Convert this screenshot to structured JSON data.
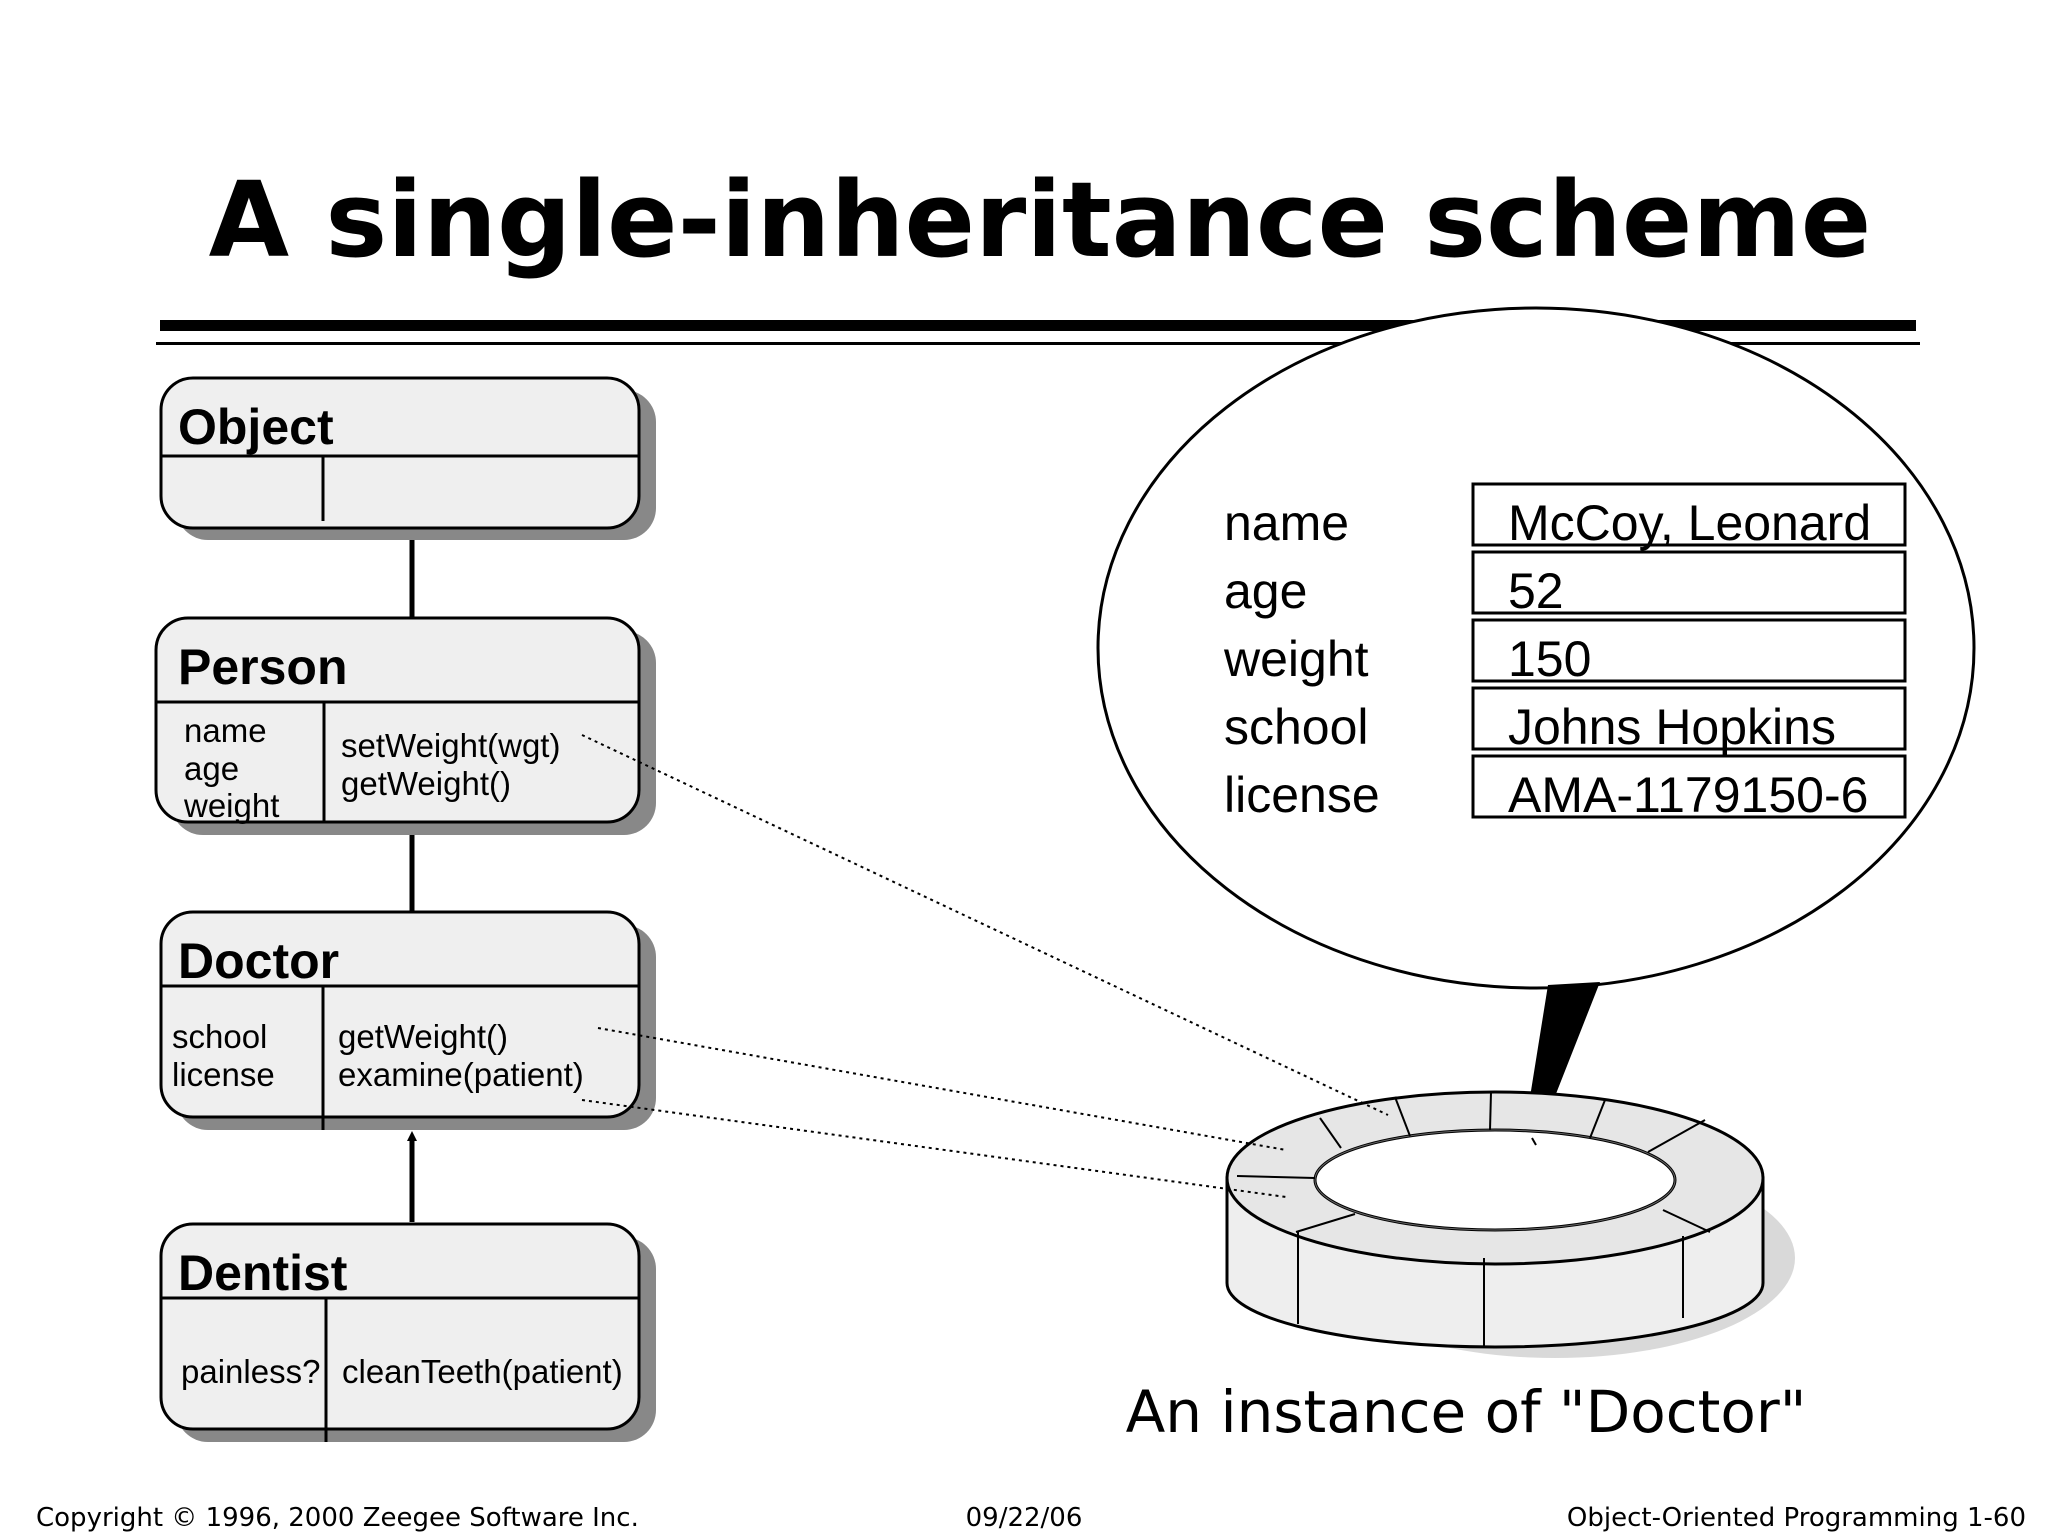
{
  "slide": {
    "title": "A single-inheritance scheme",
    "caption": "An instance of \"Doctor\""
  },
  "classes": [
    {
      "name": "Object",
      "attributes": [],
      "methods": []
    },
    {
      "name": "Person",
      "attributes": [
        "name",
        "age",
        "weight"
      ],
      "methods": [
        "setWeight(wgt)",
        "getWeight()"
      ]
    },
    {
      "name": "Doctor",
      "attributes": [
        "school",
        "license"
      ],
      "methods": [
        "getWeight()",
        "examine(patient)"
      ]
    },
    {
      "name": "Dentist",
      "attributes": [
        "painless?"
      ],
      "methods": [
        "cleanTeeth(patient)"
      ]
    }
  ],
  "instance": {
    "fields": [
      {
        "label": "name",
        "value": "McCoy, Leonard"
      },
      {
        "label": "age",
        "value": "52"
      },
      {
        "label": "weight",
        "value": "150"
      },
      {
        "label": "school",
        "value": "Johns Hopkins"
      },
      {
        "label": "license",
        "value": "AMA-1179150-6"
      }
    ]
  },
  "footer": {
    "copyright": "Copyright © 1996, 2000 Zeegee Software Inc.",
    "date": "09/22/06",
    "page": "Object-Oriented Programming 1-60"
  }
}
